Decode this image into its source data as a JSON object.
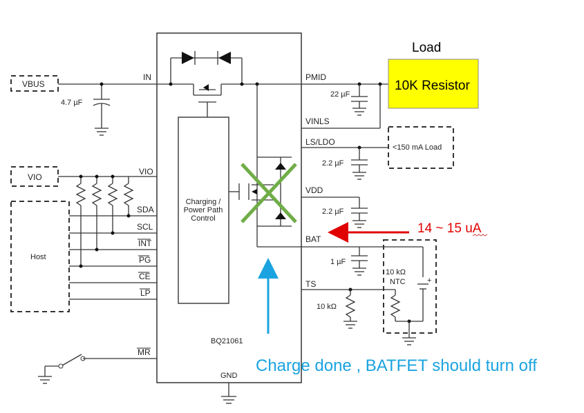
{
  "load": {
    "title": "Load",
    "resistor": "10K Resistor"
  },
  "external": {
    "vbus": "VBUS",
    "vio": "VIO",
    "host": "Host",
    "ldo_load": "<150 mA Load"
  },
  "chip": {
    "name": "BQ21061",
    "block": [
      "Charging /",
      "Power Path",
      "Control"
    ],
    "left_pins": {
      "in": "IN",
      "vio": "VIO",
      "sda": "SDA",
      "scl": "SCL",
      "int": "INT",
      "pg": "PG",
      "ce": "CE",
      "lp": "LP",
      "mr": "MR"
    },
    "right_pins": {
      "pmid": "PMID",
      "vinls": "VINLS",
      "ls_ldo": "LS/LDO",
      "vdd": "VDD",
      "bat": "BAT",
      "ts": "TS"
    },
    "gnd": "GND"
  },
  "components": {
    "c_vbus": "4.7 µF",
    "c_pmid": "22 µF",
    "c_ldo": "2.2 µF",
    "c_vdd": "2.2 µF",
    "c_bat": "1 µF",
    "r_ts": "10 kΩ",
    "ntc": [
      "10 kΩ",
      "NTC"
    ]
  },
  "annotations": {
    "current": "14 ~ 15 uA",
    "note": "Charge done , BATFET should turn off"
  },
  "colors": {
    "resistor_fill": "#ffff00",
    "arrow_red": "#e00000",
    "arrow_blue": "#1aa3e0",
    "cross_green": "#70ad47"
  }
}
